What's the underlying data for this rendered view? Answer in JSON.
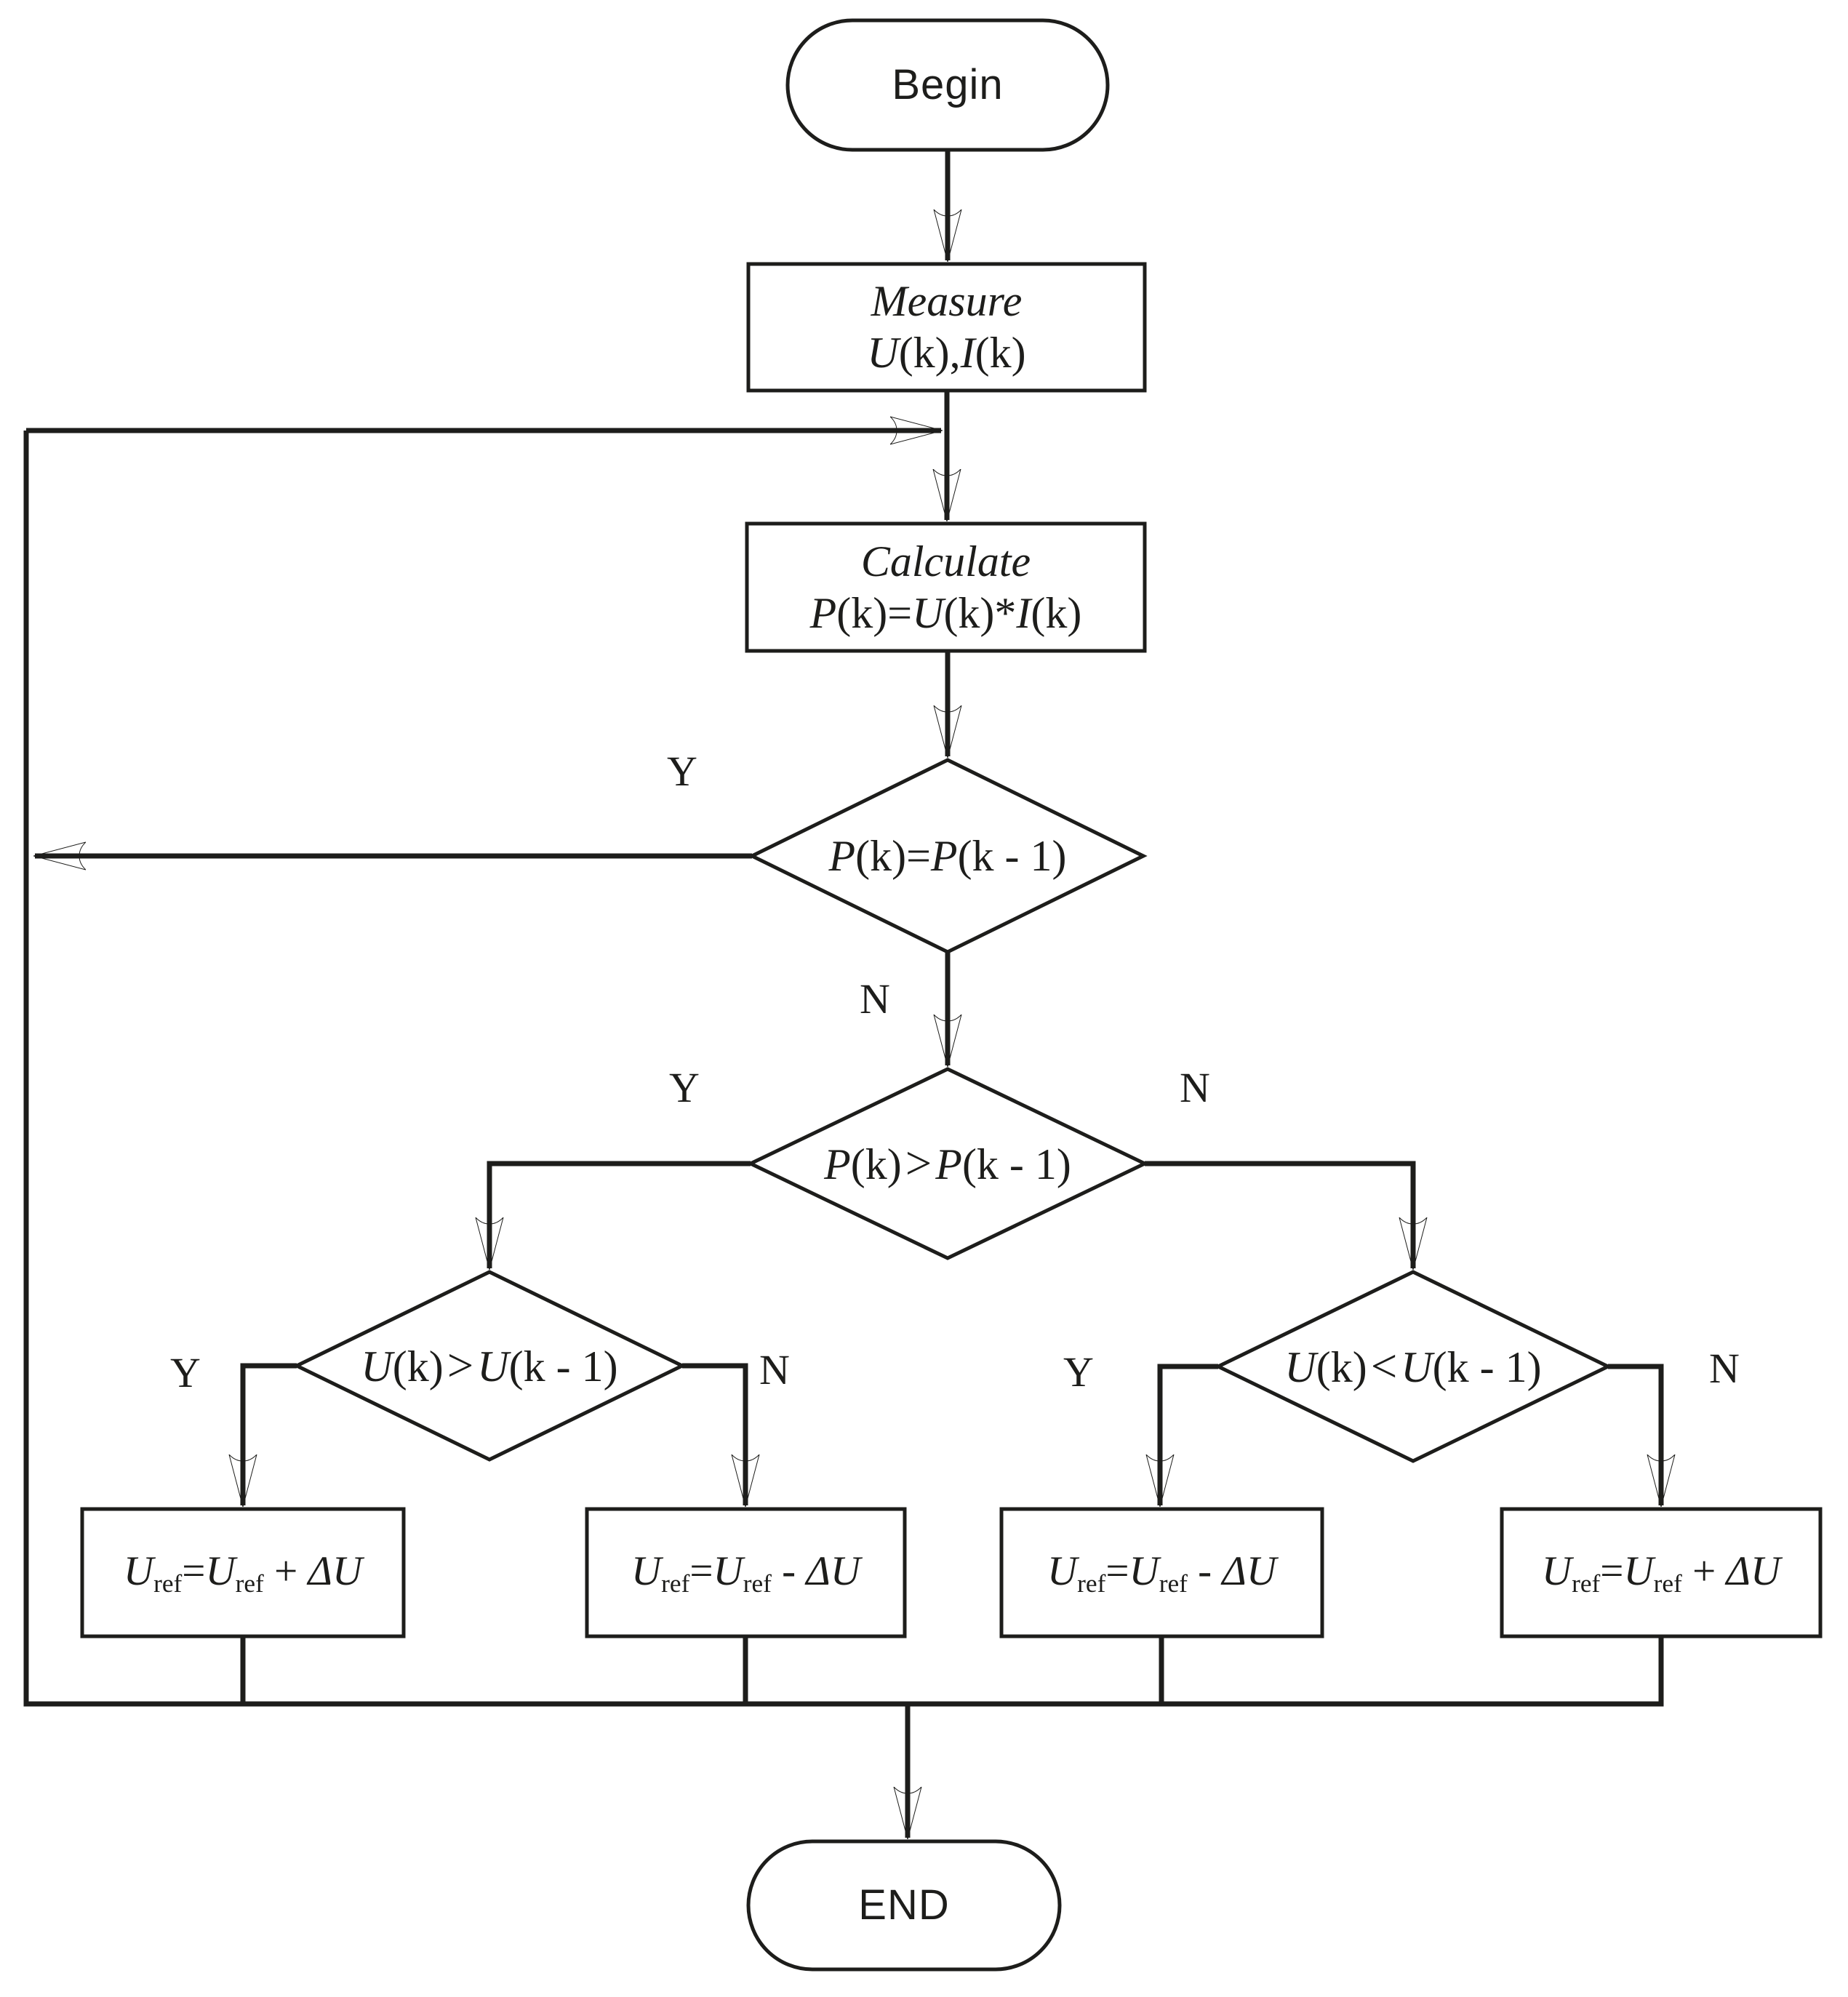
{
  "flowchart": {
    "colors": {
      "line": "#1d1d1b",
      "background": "#ffffff",
      "text": "#1d1d1b"
    },
    "nodes": {
      "begin": {
        "type": "terminator",
        "label": "Begin"
      },
      "measure": {
        "type": "process",
        "title": "Measure",
        "formula": [
          {
            "kind": "var",
            "text": "U"
          },
          {
            "kind": "plain",
            "text": "(k),"
          },
          {
            "kind": "var",
            "text": "I"
          },
          {
            "kind": "plain",
            "text": "(k)"
          }
        ]
      },
      "calculate": {
        "type": "process",
        "title": "Calculate",
        "formula": [
          {
            "kind": "var",
            "text": "P"
          },
          {
            "kind": "plain",
            "text": "(k)="
          },
          {
            "kind": "var",
            "text": "U"
          },
          {
            "kind": "plain",
            "text": "(k)*"
          },
          {
            "kind": "var",
            "text": "I"
          },
          {
            "kind": "plain",
            "text": "(k)"
          }
        ]
      },
      "decision_p_equal": {
        "type": "decision",
        "formula": [
          {
            "kind": "var",
            "text": "P"
          },
          {
            "kind": "plain",
            "text": "(k)="
          },
          {
            "kind": "var",
            "text": "P"
          },
          {
            "kind": "plain",
            "text": "(k - 1)"
          }
        ]
      },
      "decision_p_greater": {
        "type": "decision",
        "formula": [
          {
            "kind": "var",
            "text": "P"
          },
          {
            "kind": "plain",
            "text": "(k)"
          },
          {
            "kind": "op",
            "text": ">"
          },
          {
            "kind": "var",
            "text": "P"
          },
          {
            "kind": "plain",
            "text": "(k - 1)"
          }
        ]
      },
      "decision_u_greater": {
        "type": "decision",
        "formula": [
          {
            "kind": "var",
            "text": "U"
          },
          {
            "kind": "plain",
            "text": "(k)"
          },
          {
            "kind": "op",
            "text": ">"
          },
          {
            "kind": "var",
            "text": "U"
          },
          {
            "kind": "plain",
            "text": "(k - 1)"
          }
        ]
      },
      "decision_u_less": {
        "type": "decision",
        "formula": [
          {
            "kind": "var",
            "text": "U"
          },
          {
            "kind": "plain",
            "text": "(k)"
          },
          {
            "kind": "op",
            "text": "<"
          },
          {
            "kind": "var",
            "text": "U"
          },
          {
            "kind": "plain",
            "text": "(k - 1)"
          }
        ]
      },
      "action_increase_left": {
        "type": "process",
        "formula": [
          {
            "kind": "var",
            "text": "U"
          },
          {
            "kind": "sub",
            "text": "ref"
          },
          {
            "kind": "plain",
            "text": "="
          },
          {
            "kind": "var",
            "text": "U"
          },
          {
            "kind": "sub",
            "text": "ref"
          },
          {
            "kind": "plain",
            "text": " + "
          },
          {
            "kind": "var",
            "text": "ΔU"
          }
        ]
      },
      "action_decrease_left": {
        "type": "process",
        "formula": [
          {
            "kind": "var",
            "text": "U"
          },
          {
            "kind": "sub",
            "text": "ref"
          },
          {
            "kind": "plain",
            "text": "="
          },
          {
            "kind": "var",
            "text": "U"
          },
          {
            "kind": "sub",
            "text": "ref"
          },
          {
            "kind": "plain",
            "text": " - "
          },
          {
            "kind": "var",
            "text": "ΔU"
          }
        ]
      },
      "action_decrease_right": {
        "type": "process",
        "formula": [
          {
            "kind": "var",
            "text": "U"
          },
          {
            "kind": "sub",
            "text": "ref"
          },
          {
            "kind": "plain",
            "text": "="
          },
          {
            "kind": "var",
            "text": "U"
          },
          {
            "kind": "sub",
            "text": "ref"
          },
          {
            "kind": "plain",
            "text": " - "
          },
          {
            "kind": "var",
            "text": "ΔU"
          }
        ]
      },
      "action_increase_right": {
        "type": "process",
        "formula": [
          {
            "kind": "var",
            "text": "U"
          },
          {
            "kind": "sub",
            "text": "ref"
          },
          {
            "kind": "plain",
            "text": "="
          },
          {
            "kind": "var",
            "text": "U"
          },
          {
            "kind": "sub",
            "text": "ref"
          },
          {
            "kind": "plain",
            "text": " + "
          },
          {
            "kind": "var",
            "text": "ΔU"
          }
        ]
      },
      "end": {
        "type": "terminator",
        "label": "END"
      }
    },
    "branch_labels": {
      "d1_yes": "Y",
      "d1_no": "N",
      "d2_yes": "Y",
      "d2_no": "N",
      "d3_yes": "Y",
      "d3_no": "N",
      "d4_yes": "Y",
      "d4_no": "N"
    }
  }
}
